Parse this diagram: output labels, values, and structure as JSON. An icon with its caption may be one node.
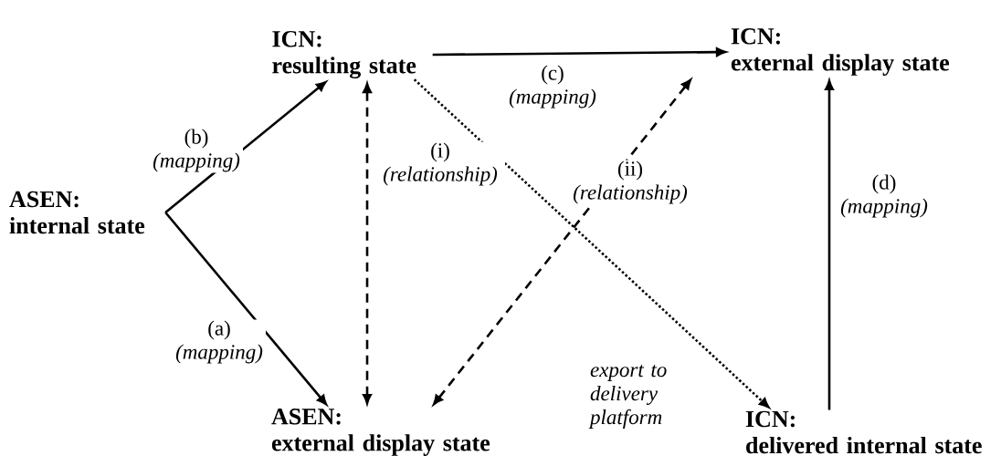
{
  "diagram": {
    "nodes": [
      {
        "text": [
          "ASEN:",
          "internal state"
        ]
      },
      {
        "text": [
          "ICN:",
          "resulting state"
        ]
      },
      {
        "text": [
          "ICN:",
          "external display state"
        ]
      },
      {
        "text": [
          "ASEN:",
          "external display state"
        ]
      },
      {
        "text": [
          "ICN:",
          "delivered internal state"
        ]
      }
    ],
    "edges": [
      {
        "from": 0,
        "to": 1,
        "arrow": "to",
        "label": "(b) *(mapping)*"
      },
      {
        "from": 0,
        "to": 3,
        "arrow": "to",
        "label": "(a) *(mapping)*"
      },
      {
        "from": 1,
        "to": 2,
        "arrow": "to",
        "label": "(c) *(mapping)*"
      },
      {
        "from": 1,
        "to": 3,
        "arrow": "both",
        "style": "dashed",
        "label": "(i) *(relationship)*"
      },
      {
        "from": 2,
        "to": 3,
        "arrow": "both",
        "style": "dashed",
        "label": "(ii) *(relationship)*"
      },
      {
        "from": 1,
        "to": 4,
        "arrow": "to",
        "style": "dashed",
        "label": "*export to delivery platform*"
      },
      {
        "from": 4,
        "to": 2,
        "arrow": "to",
        "label": "(d) *(mapping)*"
      }
    ]
  }
}
